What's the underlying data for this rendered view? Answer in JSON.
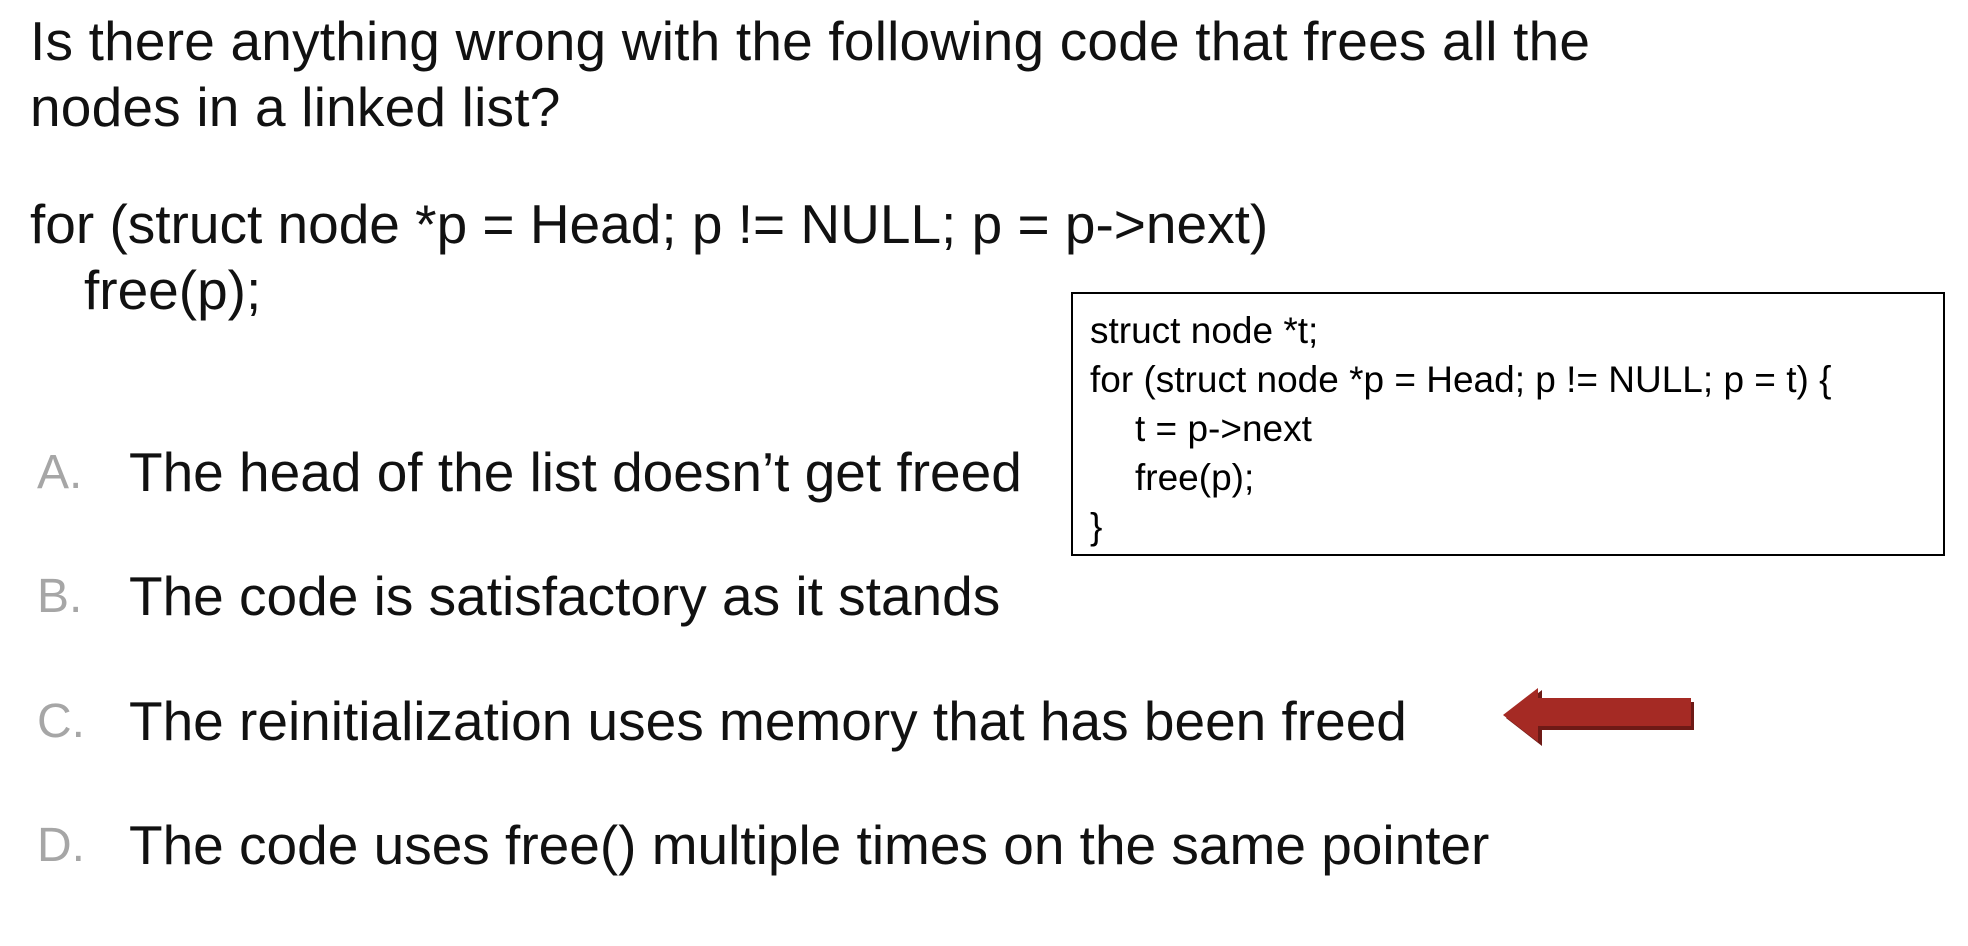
{
  "question": "Is there anything wrong with the following code that frees all the nodes in a linked list?",
  "code": {
    "line1": "for (struct node *p = Head; p != NULL; p = p->next)",
    "line2": "free(p);"
  },
  "fix_box": {
    "lines": [
      "struct node *t;",
      "for (struct node *p = Head; p != NULL; p = t) {",
      "t = p->next",
      "free(p);",
      "}"
    ]
  },
  "options": [
    {
      "letter": "A.",
      "text": "The head of the list doesn’t get freed"
    },
    {
      "letter": "B.",
      "text": "The code is satisfactory as it stands"
    },
    {
      "letter": "C.",
      "text": "The reinitialization uses memory that has been freed"
    },
    {
      "letter": "D.",
      "text": "The code uses free() multiple times on the same pointer"
    }
  ],
  "answer_marker": {
    "icon": "left-arrow-icon",
    "points_to": "C.",
    "color": "#a52a24",
    "shadow_color": "#6e1a16"
  }
}
